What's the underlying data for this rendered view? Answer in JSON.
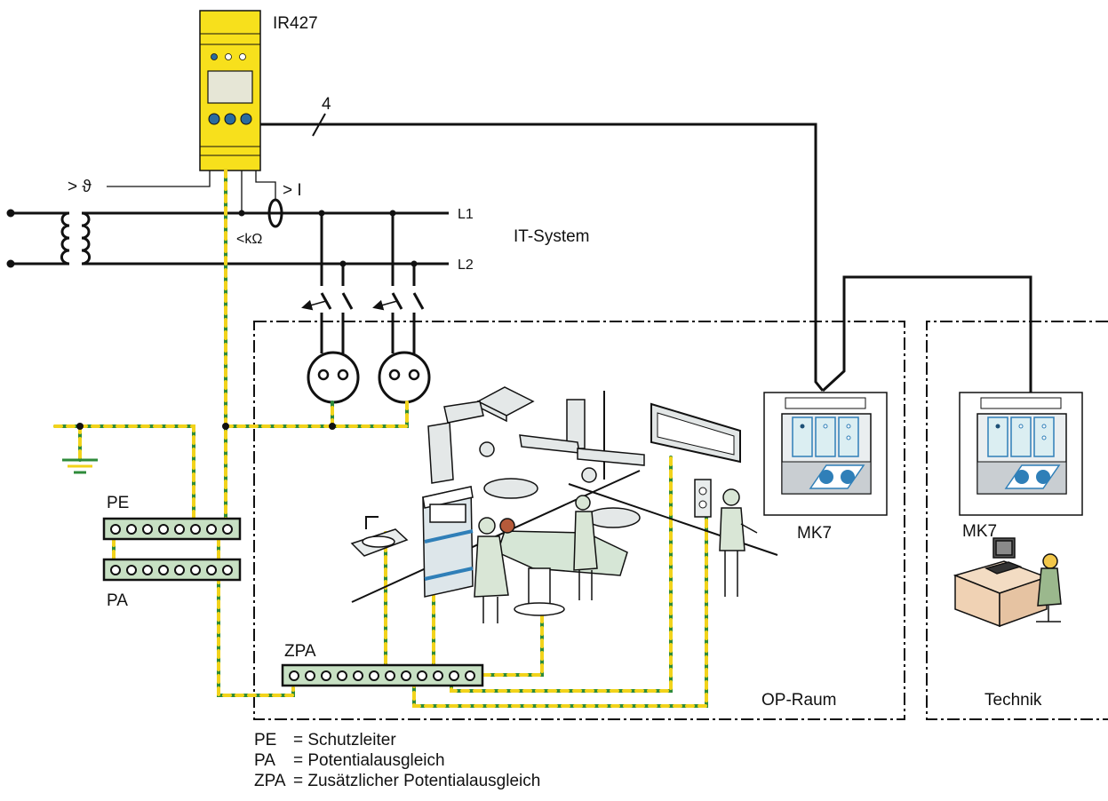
{
  "device": {
    "name": "IR427",
    "cable_count": "4"
  },
  "symbols": {
    "temperature": "> ϑ",
    "current": "> I",
    "resistance": "<kΩ"
  },
  "lines": {
    "l1": "L1",
    "l2": "L2"
  },
  "system_label": "IT-System",
  "rooms": {
    "op": "OP-Raum",
    "technik": "Technik"
  },
  "panels": {
    "op_panel": "MK7",
    "tech_panel": "MK7"
  },
  "bars": {
    "pe": "PE",
    "pa": "PA",
    "zpa": "ZPA"
  },
  "legend": [
    {
      "abbr": "PE",
      "text": "= Schutzleiter"
    },
    {
      "abbr": "PA",
      "text": "= Potentialausgleich"
    },
    {
      "abbr": "ZPA",
      "text": "= Zusätzlicher Potentialausgleich"
    }
  ],
  "colors": {
    "device_yellow": "#f7e01c",
    "earth_green": "#2e8b3a",
    "earth_yellow": "#f2d31b",
    "bar_fill": "#c7e0c3",
    "panel_blue": "#2f7fb8"
  }
}
